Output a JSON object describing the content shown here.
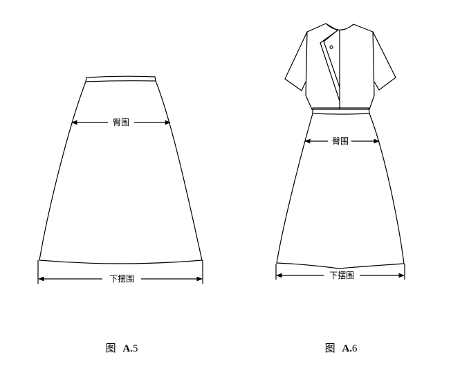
{
  "figures": [
    {
      "caption_prefix": "图",
      "caption_num_bold": "A.",
      "caption_num": "5",
      "labels": {
        "hip": "臀围",
        "hem": "下摆围"
      }
    },
    {
      "caption_prefix": "图",
      "caption_num_bold": "A.",
      "caption_num": "6",
      "labels": {
        "hip": "臀围",
        "hem": "下摆围"
      }
    }
  ],
  "colors": {
    "line": "#000000",
    "background": "#ffffff"
  }
}
